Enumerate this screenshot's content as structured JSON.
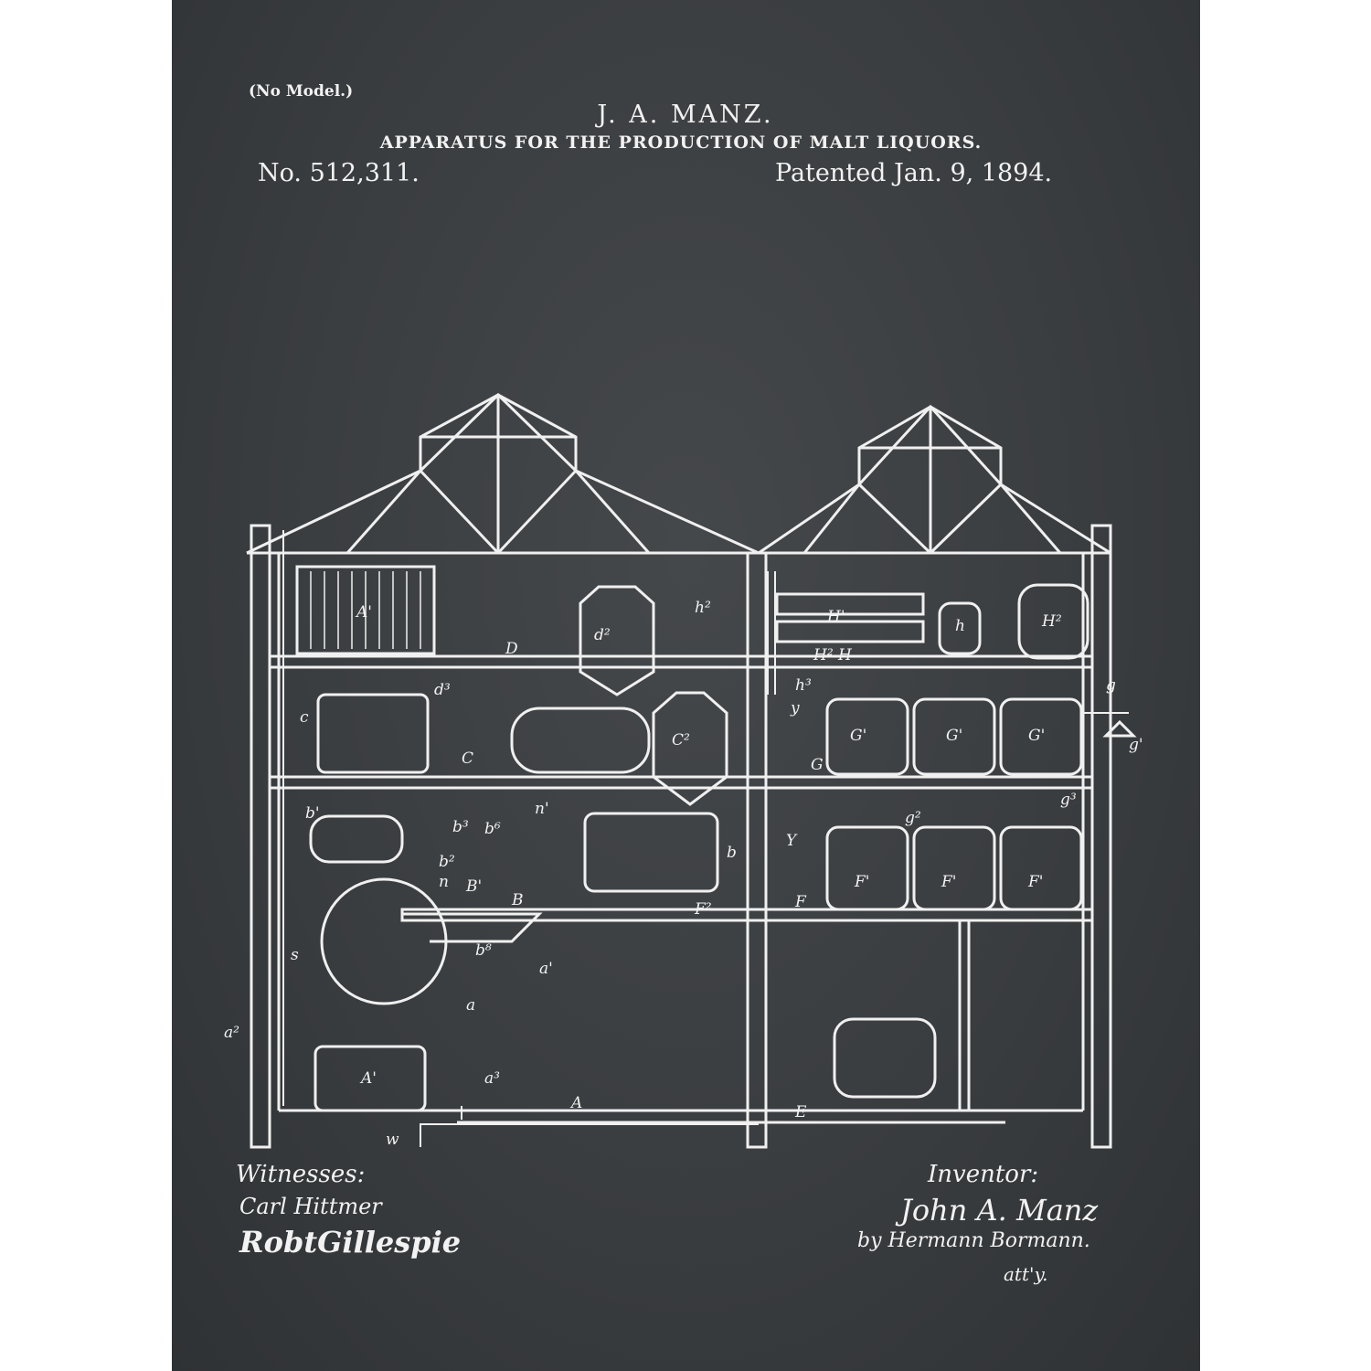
{
  "header": {
    "no_model": "(No Model.)",
    "inventor": "J. A. MANZ.",
    "title": "APPARATUS FOR THE PRODUCTION OF MALT LIQUORS.",
    "patent_number": "No. 512,311.",
    "patent_date": "Patented Jan. 9, 1894."
  },
  "signatures": {
    "witnesses_label": "Witnesses:",
    "witness_1": "Carl Hittmer",
    "witness_2": "RobtGillespie",
    "inventor_label": "Inventor:",
    "inventor_signature": "John A. Manz",
    "attorney": "by Hermann Bormann.",
    "attorney_abbr": "att'y."
  },
  "figure_labels": {
    "D": "D",
    "C": "C",
    "c": "c",
    "B": "B",
    "B1": "B'",
    "A": "A",
    "E": "E",
    "F": "F",
    "G": "G",
    "A1_top": "A'",
    "A1_bottom": "A'",
    "a": "a",
    "a1": "a'",
    "a2": "a²",
    "a3": "a³",
    "d2": "d²",
    "d3": "d³",
    "C2": "C²",
    "H1": "H'",
    "H2": "H²",
    "h": "h",
    "h2": "h²",
    "h3": "h³",
    "H2H": "H² H",
    "G1a": "G'",
    "G1b": "G'",
    "G1c": "G'",
    "F1a": "F'",
    "F1b": "F'",
    "F1c": "F'",
    "F2": "F²",
    "g": "g",
    "g1": "g'",
    "g2": "g²",
    "g3": "g³",
    "y": "y",
    "Y": "Y",
    "s": "s",
    "n": "n",
    "n1": "n'",
    "w": "w",
    "b1": "b'",
    "b2": "b²",
    "b3": "b³",
    "b6": "b⁶",
    "b8": "b⁸",
    "b": "b"
  },
  "colors": {
    "board": "#3a3d40",
    "ink": "#f2f2f2"
  }
}
